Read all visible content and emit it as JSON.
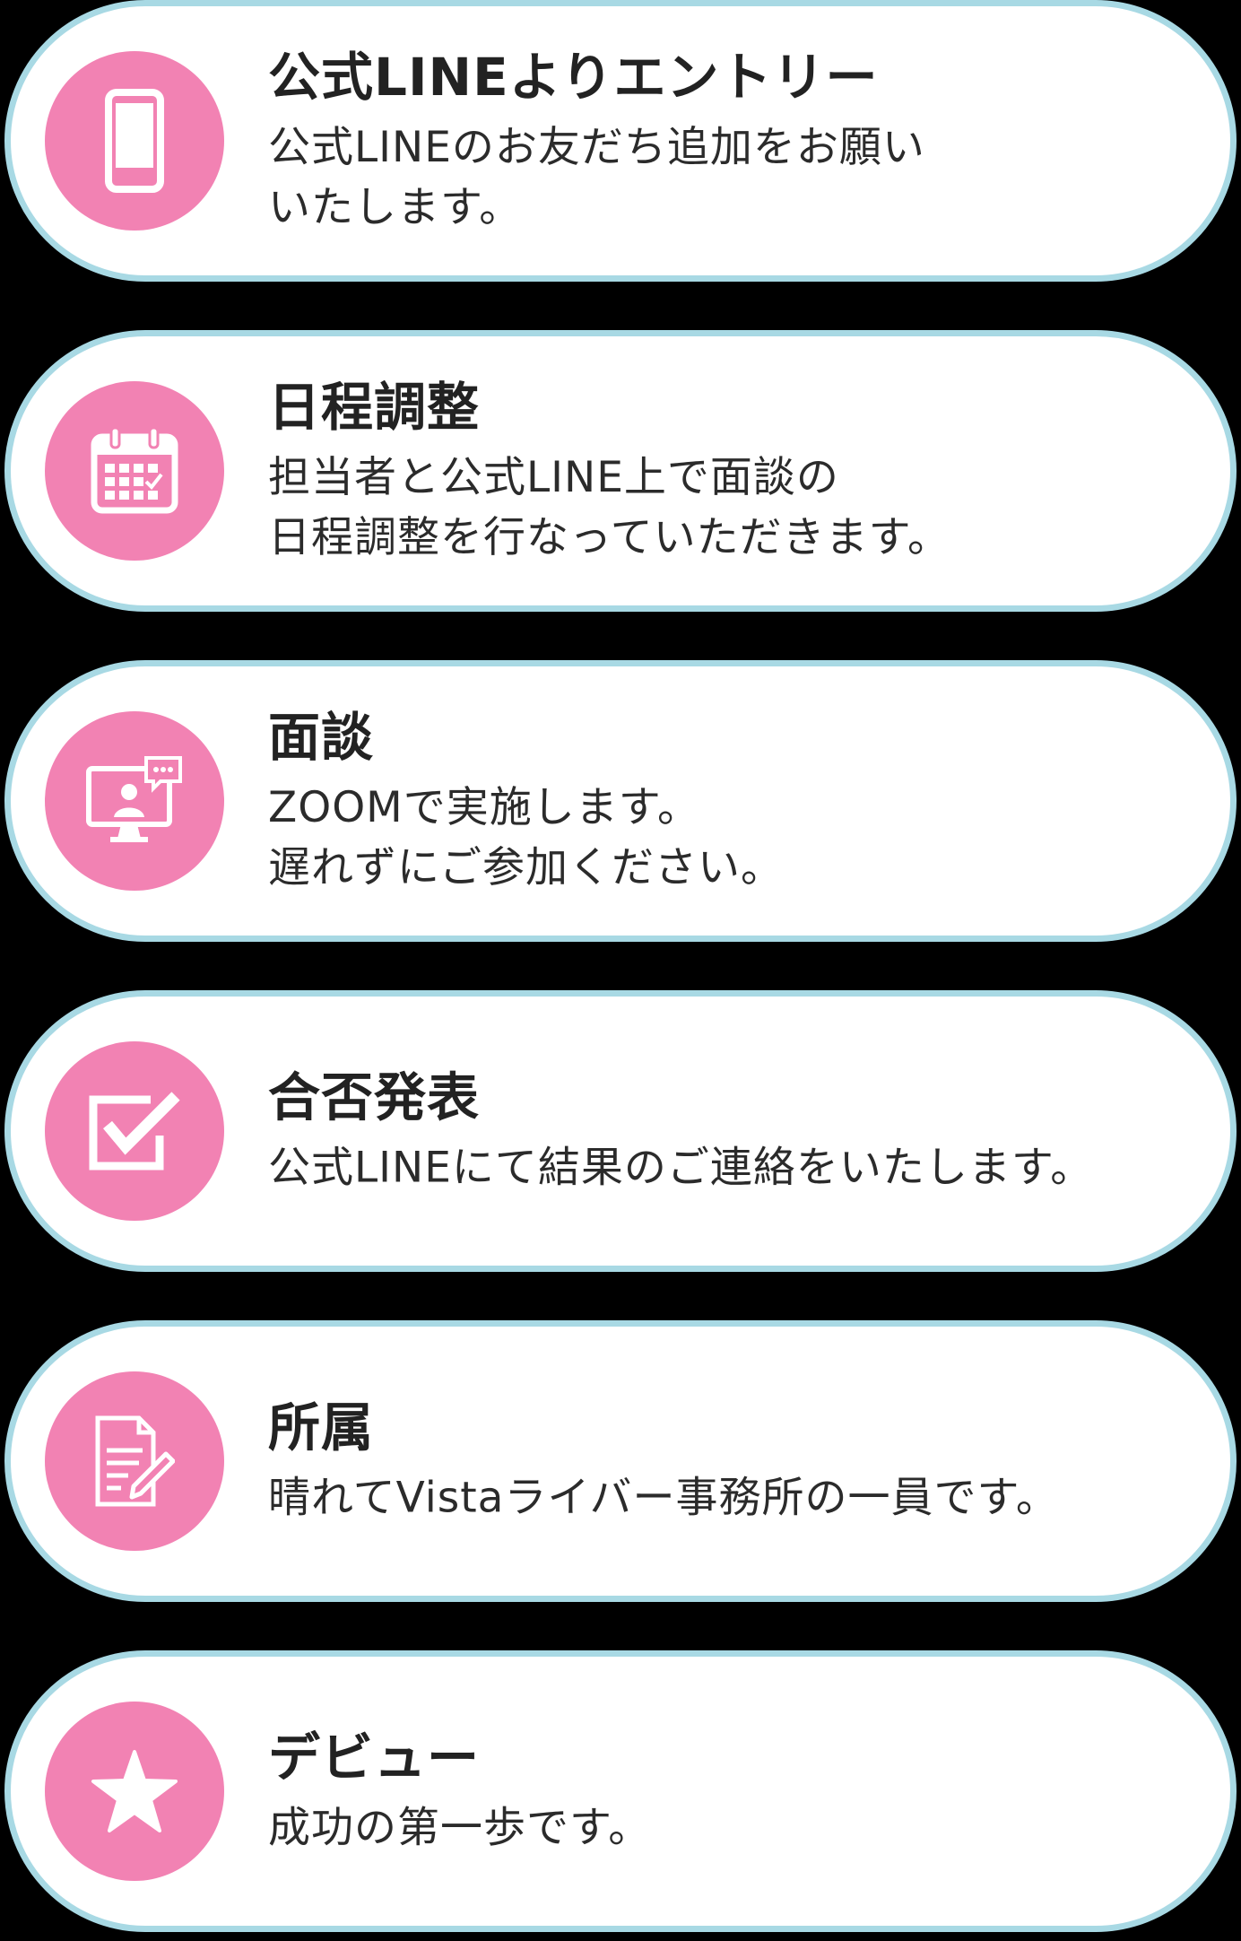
{
  "colors": {
    "background": "#000000",
    "card": "#ffffff",
    "card_border": "#a8d9e4",
    "icon_circle": "#f282b3",
    "text": "#222222"
  },
  "steps": [
    {
      "icon": "smartphone-icon",
      "title": "公式LINEよりエントリー",
      "description": "公式LINEのお友だち追加をお願い\nいたします。"
    },
    {
      "icon": "calendar-icon",
      "title": "日程調整",
      "description": "担当者と公式LINE上で面談の\n日程調整を行なっていただきます。"
    },
    {
      "icon": "video-call-icon",
      "title": "面談",
      "description": "ZOOMで実施します。\n遅れずにご参加ください。"
    },
    {
      "icon": "checkbox-icon",
      "title": "合否発表",
      "description": "公式LINEにて結果のご連絡をいたします。"
    },
    {
      "icon": "contract-icon",
      "title": "所属",
      "description": "晴れてVistaライバー事務所の一員です。"
    },
    {
      "icon": "star-icon",
      "title": "デビュー",
      "description": "成功の第一歩です。"
    }
  ]
}
